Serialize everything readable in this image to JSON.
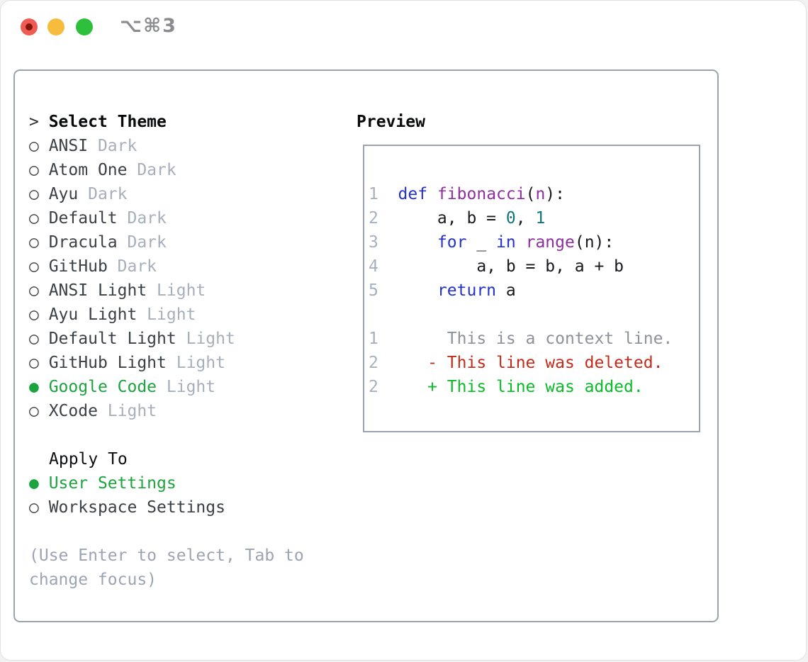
{
  "window": {
    "title": "⌥⌘3"
  },
  "markers": {
    "unselected": "○",
    "selected": "●"
  },
  "colors": {
    "accent_green": "#1ba43e",
    "added_green": "#09bc28",
    "deleted_red": "#c32b1a",
    "keyword_blue": "#2431cc",
    "function_purple": "#8e2f9f",
    "number_teal": "#0e7580",
    "muted_gray": "#a7afbc",
    "border_gray": "#9aa3af"
  },
  "theme_panel": {
    "prompt": "> ",
    "header": "Select Theme",
    "themes": [
      {
        "name": "ANSI",
        "tag": "Dark",
        "selected": false
      },
      {
        "name": "Atom One",
        "tag": "Dark",
        "selected": false
      },
      {
        "name": "Ayu",
        "tag": "Dark",
        "selected": false
      },
      {
        "name": "Default",
        "tag": "Dark",
        "selected": false
      },
      {
        "name": "Dracula",
        "tag": "Dark",
        "selected": false
      },
      {
        "name": "GitHub",
        "tag": "Dark",
        "selected": false
      },
      {
        "name": "ANSI Light",
        "tag": "Light",
        "selected": false
      },
      {
        "name": "Ayu Light",
        "tag": "Light",
        "selected": false
      },
      {
        "name": "Default Light",
        "tag": "Light",
        "selected": false
      },
      {
        "name": "GitHub Light",
        "tag": "Light",
        "selected": false
      },
      {
        "name": "Google Code",
        "tag": "Light",
        "selected": true
      },
      {
        "name": "XCode",
        "tag": "Light",
        "selected": false
      }
    ],
    "apply_to": {
      "header": "Apply To",
      "options": [
        {
          "label": "User Settings",
          "selected": true
        },
        {
          "label": "Workspace Settings",
          "selected": false
        }
      ]
    },
    "help_lines": [
      "(Use Enter to select, Tab to",
      "change focus)"
    ]
  },
  "preview": {
    "header": "Preview",
    "lines": [
      {
        "tokens": [
          {
            "t": "1  ",
            "s": "gut"
          },
          {
            "t": "def",
            "s": "kw"
          },
          {
            "t": " ",
            "s": "plain"
          },
          {
            "t": "fibonacci",
            "s": "fn"
          },
          {
            "t": "(",
            "s": "plain"
          },
          {
            "t": "n",
            "s": "fn"
          },
          {
            "t": "):",
            "s": "plain"
          }
        ]
      },
      {
        "tokens": [
          {
            "t": "2  ",
            "s": "gut"
          },
          {
            "t": "    a, b = ",
            "s": "plain"
          },
          {
            "t": "0",
            "s": "num"
          },
          {
            "t": ", ",
            "s": "plain"
          },
          {
            "t": "1",
            "s": "num"
          }
        ]
      },
      {
        "tokens": [
          {
            "t": "3  ",
            "s": "gut"
          },
          {
            "t": "    ",
            "s": "plain"
          },
          {
            "t": "for",
            "s": "kw"
          },
          {
            "t": " _ ",
            "s": "plain"
          },
          {
            "t": "in",
            "s": "kw"
          },
          {
            "t": " ",
            "s": "plain"
          },
          {
            "t": "range",
            "s": "fn"
          },
          {
            "t": "(n):",
            "s": "plain"
          }
        ]
      },
      {
        "tokens": [
          {
            "t": "4  ",
            "s": "gut"
          },
          {
            "t": "        a, b = b, a + b",
            "s": "plain"
          }
        ]
      },
      {
        "tokens": [
          {
            "t": "5  ",
            "s": "gut"
          },
          {
            "t": "    ",
            "s": "plain"
          },
          {
            "t": "return",
            "s": "kw"
          },
          {
            "t": " a",
            "s": "plain"
          }
        ]
      },
      {
        "tokens": [
          {
            "t": " ",
            "s": "plain"
          }
        ]
      },
      {
        "tokens": [
          {
            "t": "1  ",
            "s": "gut"
          },
          {
            "t": "     This is a context line.",
            "s": "ctx"
          }
        ]
      },
      {
        "tokens": [
          {
            "t": "2  ",
            "s": "gut"
          },
          {
            "t": "   - This line was deleted.",
            "s": "del"
          }
        ]
      },
      {
        "tokens": [
          {
            "t": "2  ",
            "s": "gut"
          },
          {
            "t": "   + This line was added.",
            "s": "add"
          }
        ]
      }
    ]
  }
}
